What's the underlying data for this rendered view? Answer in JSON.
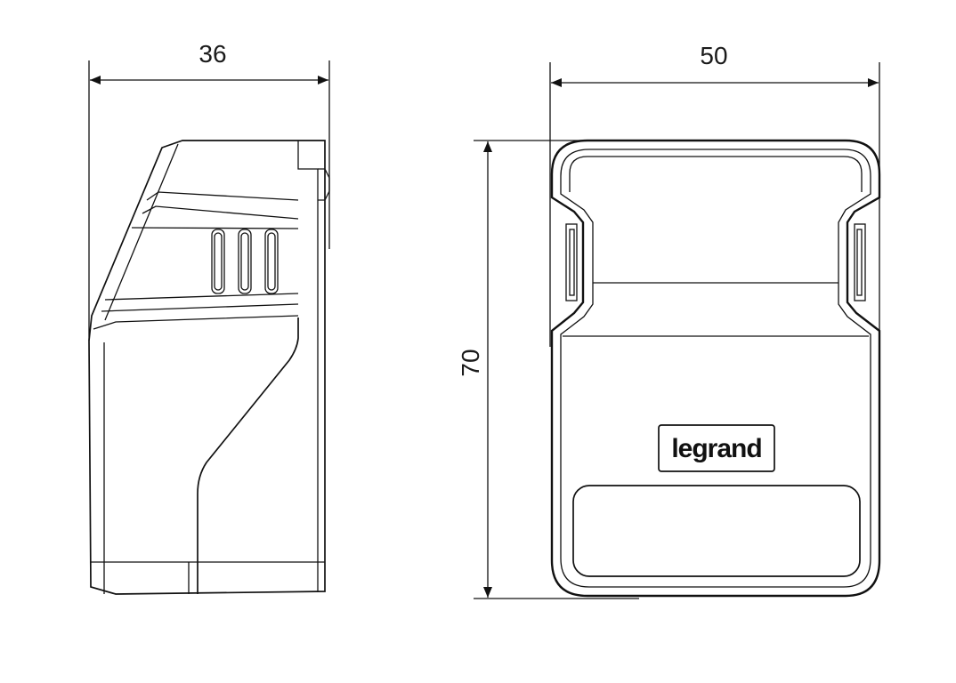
{
  "dimensions": {
    "side_width": "36",
    "front_width": "50",
    "front_height": "70"
  },
  "logo": {
    "text": "legrand"
  }
}
